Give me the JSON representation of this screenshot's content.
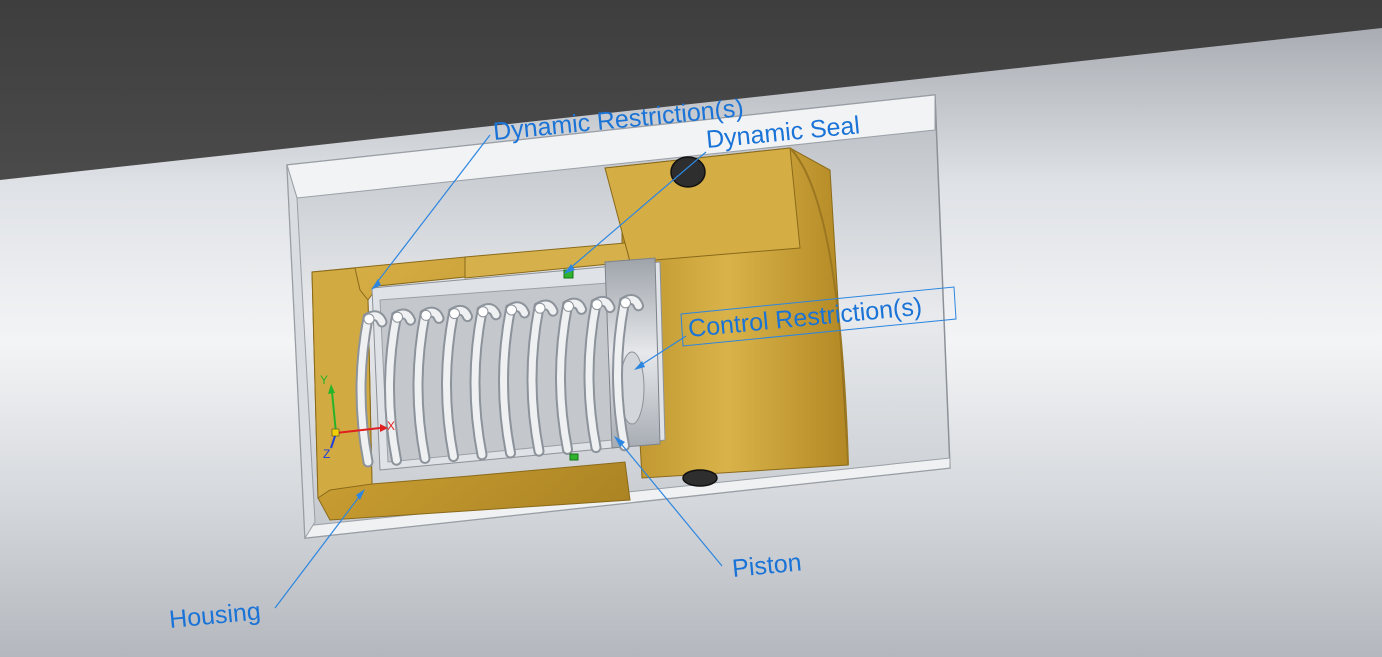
{
  "labels": {
    "dynamic_restriction": "Dynamic Restriction(s)",
    "dynamic_seal": "Dynamic Seal",
    "control_restriction": "Control Restriction(s)",
    "housing": "Housing",
    "piston": "Piston"
  },
  "triad": {
    "x": "X",
    "y": "Y",
    "z": "Z"
  },
  "colors": {
    "background_dark": "#4a4a4a",
    "tube": "#c9cdd2",
    "brass": "#c9a23c",
    "spring": "#c8ccd2",
    "callout_text": "#1a73d6",
    "seal_marker": "#2fb32f"
  }
}
